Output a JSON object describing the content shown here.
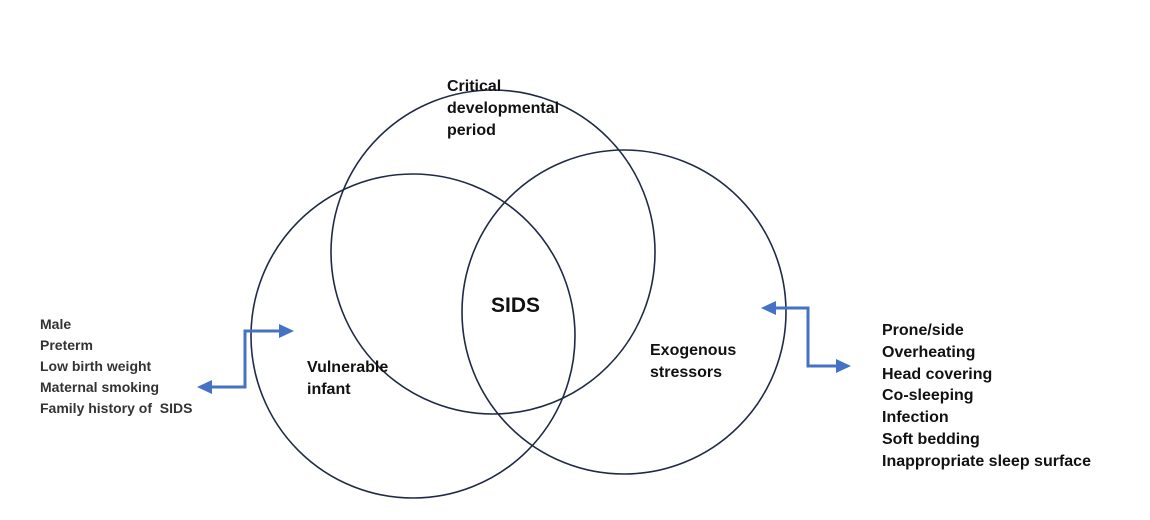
{
  "colors": {
    "circle_stroke": "#1f2a44",
    "arrow": "#4472c4",
    "text": "#111111"
  },
  "circles": {
    "top": {
      "label": [
        "Critical",
        "developmental",
        "period"
      ]
    },
    "left": {
      "label": [
        "Vulnerable",
        "infant"
      ]
    },
    "right": {
      "label": [
        "Exogenous",
        "stressors"
      ]
    }
  },
  "center": {
    "label": "SIDS"
  },
  "left_factors": [
    "Male",
    "Preterm",
    "Low birth weight",
    "Maternal smoking",
    "Family history of  SIDS"
  ],
  "right_factors": [
    "Prone/side",
    "Overheating",
    "Head covering",
    "Co-sleeping",
    "Infection",
    "Soft bedding",
    "Inappropriate sleep surface"
  ]
}
